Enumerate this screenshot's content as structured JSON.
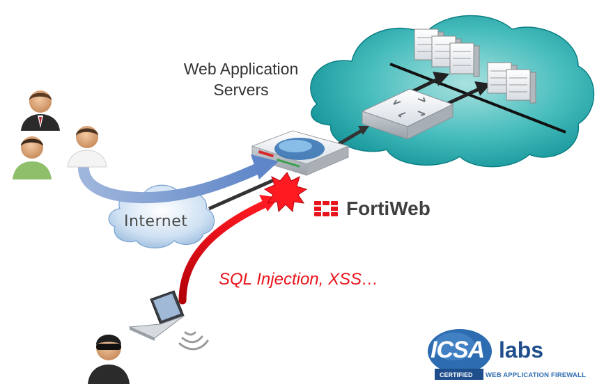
{
  "labels": {
    "servers_line1": "Web Application",
    "servers_line2": "Servers",
    "internet": "Internet",
    "product": "FortiWeb",
    "attack": "SQL Injection, XSS…"
  },
  "badge": {
    "brand_main": "ICSA",
    "brand_sub": "labs",
    "certified": "CERTIFIED",
    "category": "WEB APPLICATION FIREWALL"
  },
  "colors": {
    "cloud_teal": "#1aa7a8",
    "attack_red": "#e8141b",
    "user_flow_blue": "#7b9bd1",
    "fortinet_red": "#e8141b",
    "icsa_blue": "#1f4e8c"
  },
  "icons": [
    "user-icon",
    "hacker-icon",
    "laptop-icon",
    "internet-cloud-icon",
    "server-icon",
    "router-icon",
    "fortiweb-appliance-icon",
    "explosion-icon",
    "fortinet-logo-icon"
  ]
}
